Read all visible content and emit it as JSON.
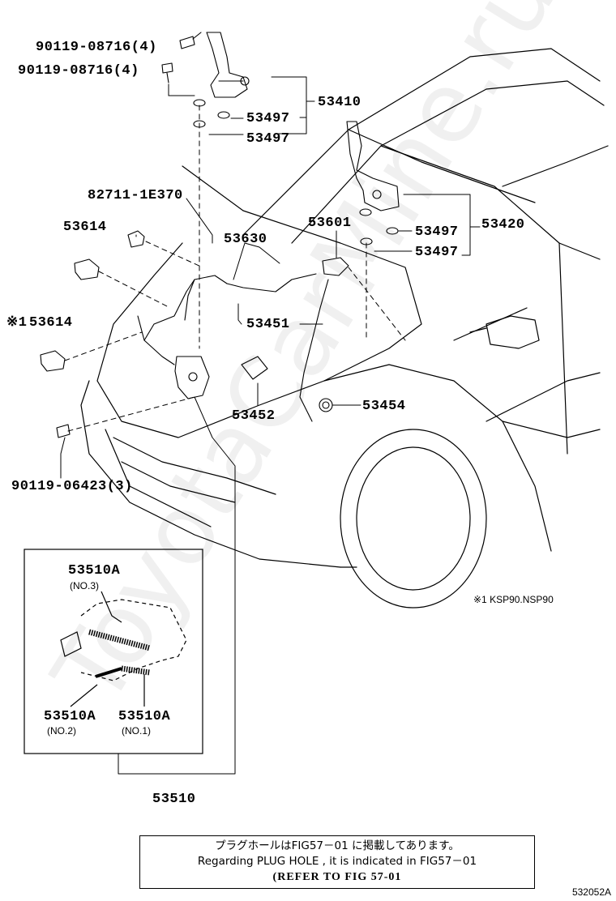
{
  "parts": {
    "bolt_upper": "90119-08716(4)",
    "bolt_lower": "90119-08716(4)",
    "hinge_lh": "53410",
    "cushion_a": "53497",
    "cushion_b": "53497",
    "cushion_c": "53497",
    "cushion_d": "53497",
    "hinge_rh": "53420",
    "clip": "82711-1E370",
    "switch_1": "53614",
    "switch_2": "53614",
    "switch_2_mark": "※1",
    "cable_clamp": "53630",
    "stay_holder": "53601",
    "support_rod": "53451",
    "latch_stopper": "53452",
    "grommet": "53454",
    "bolt_latch": "90119-06423(3)",
    "lever_assy": "53510",
    "lever_no3": "53510A",
    "lever_no3_sub": "(NO.3)",
    "lever_no2": "53510A",
    "lever_no2_sub": "(NO.2)",
    "lever_no1": "53510A",
    "lever_no1_sub": "(NO.1)"
  },
  "footnote": "※1  KSP90.NSP90",
  "notice": {
    "line1": "プラグホールはFIG57－01 に掲載してあります。",
    "line2": "Regarding  PLUG HOLE , it is  indicated  in  FIG57－01",
    "line3": "(REFER TO FIG 57-01"
  },
  "figure_id": "532052A",
  "watermark": "ToyotaCarMine.ru"
}
